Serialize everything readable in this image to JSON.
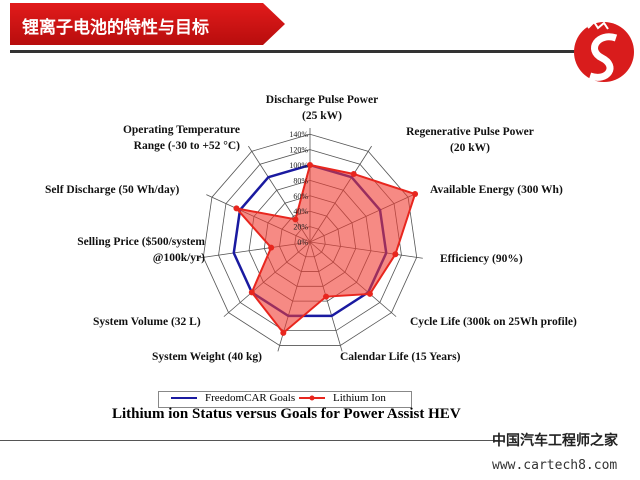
{
  "slide": {
    "title": "锂离子电池的特性与目标",
    "watermark_cn": "中国汽车工程师之家",
    "watermark_url": "www.cartech8.com"
  },
  "chart_data": {
    "type": "radar",
    "title": "Lithium ion Status versus Goals for Power Assist HEV",
    "axes": [
      [
        "Discharge Pulse Power",
        "(25 kW)"
      ],
      [
        "Regenerative Pulse Power",
        "(20 kW)"
      ],
      [
        "Available Energy (300 Wh)"
      ],
      [
        "Efficiency (90%)"
      ],
      [
        "Cycle Life (300k on 25Wh profile)"
      ],
      [
        "Calendar Life (15 Years)"
      ],
      [
        "System Weight (40 kg)"
      ],
      [
        "System Volume (32 L)"
      ],
      [
        "Selling Price ($500/system",
        "@100k/yr)"
      ],
      [
        "Self Discharge (50 Wh/day)"
      ],
      [
        "Operating Temperature",
        "Range (-30 to +52 °C)"
      ]
    ],
    "ticks": [
      "0%",
      "20%",
      "40%",
      "60%",
      "80%",
      "100%",
      "120%",
      "140%"
    ],
    "range": [
      0,
      140
    ],
    "legend_position": "bottom",
    "series": [
      {
        "name": "FreedomCAR Goals",
        "color": "#1a1aa0",
        "values": [
          100,
          100,
          100,
          100,
          100,
          100,
          100,
          100,
          100,
          100,
          100
        ]
      },
      {
        "name": "Lithium Ion",
        "color": "#e8261e",
        "values": [
          100,
          105,
          150,
          112,
          103,
          74,
          123,
          100,
          51,
          105,
          35
        ]
      }
    ]
  }
}
